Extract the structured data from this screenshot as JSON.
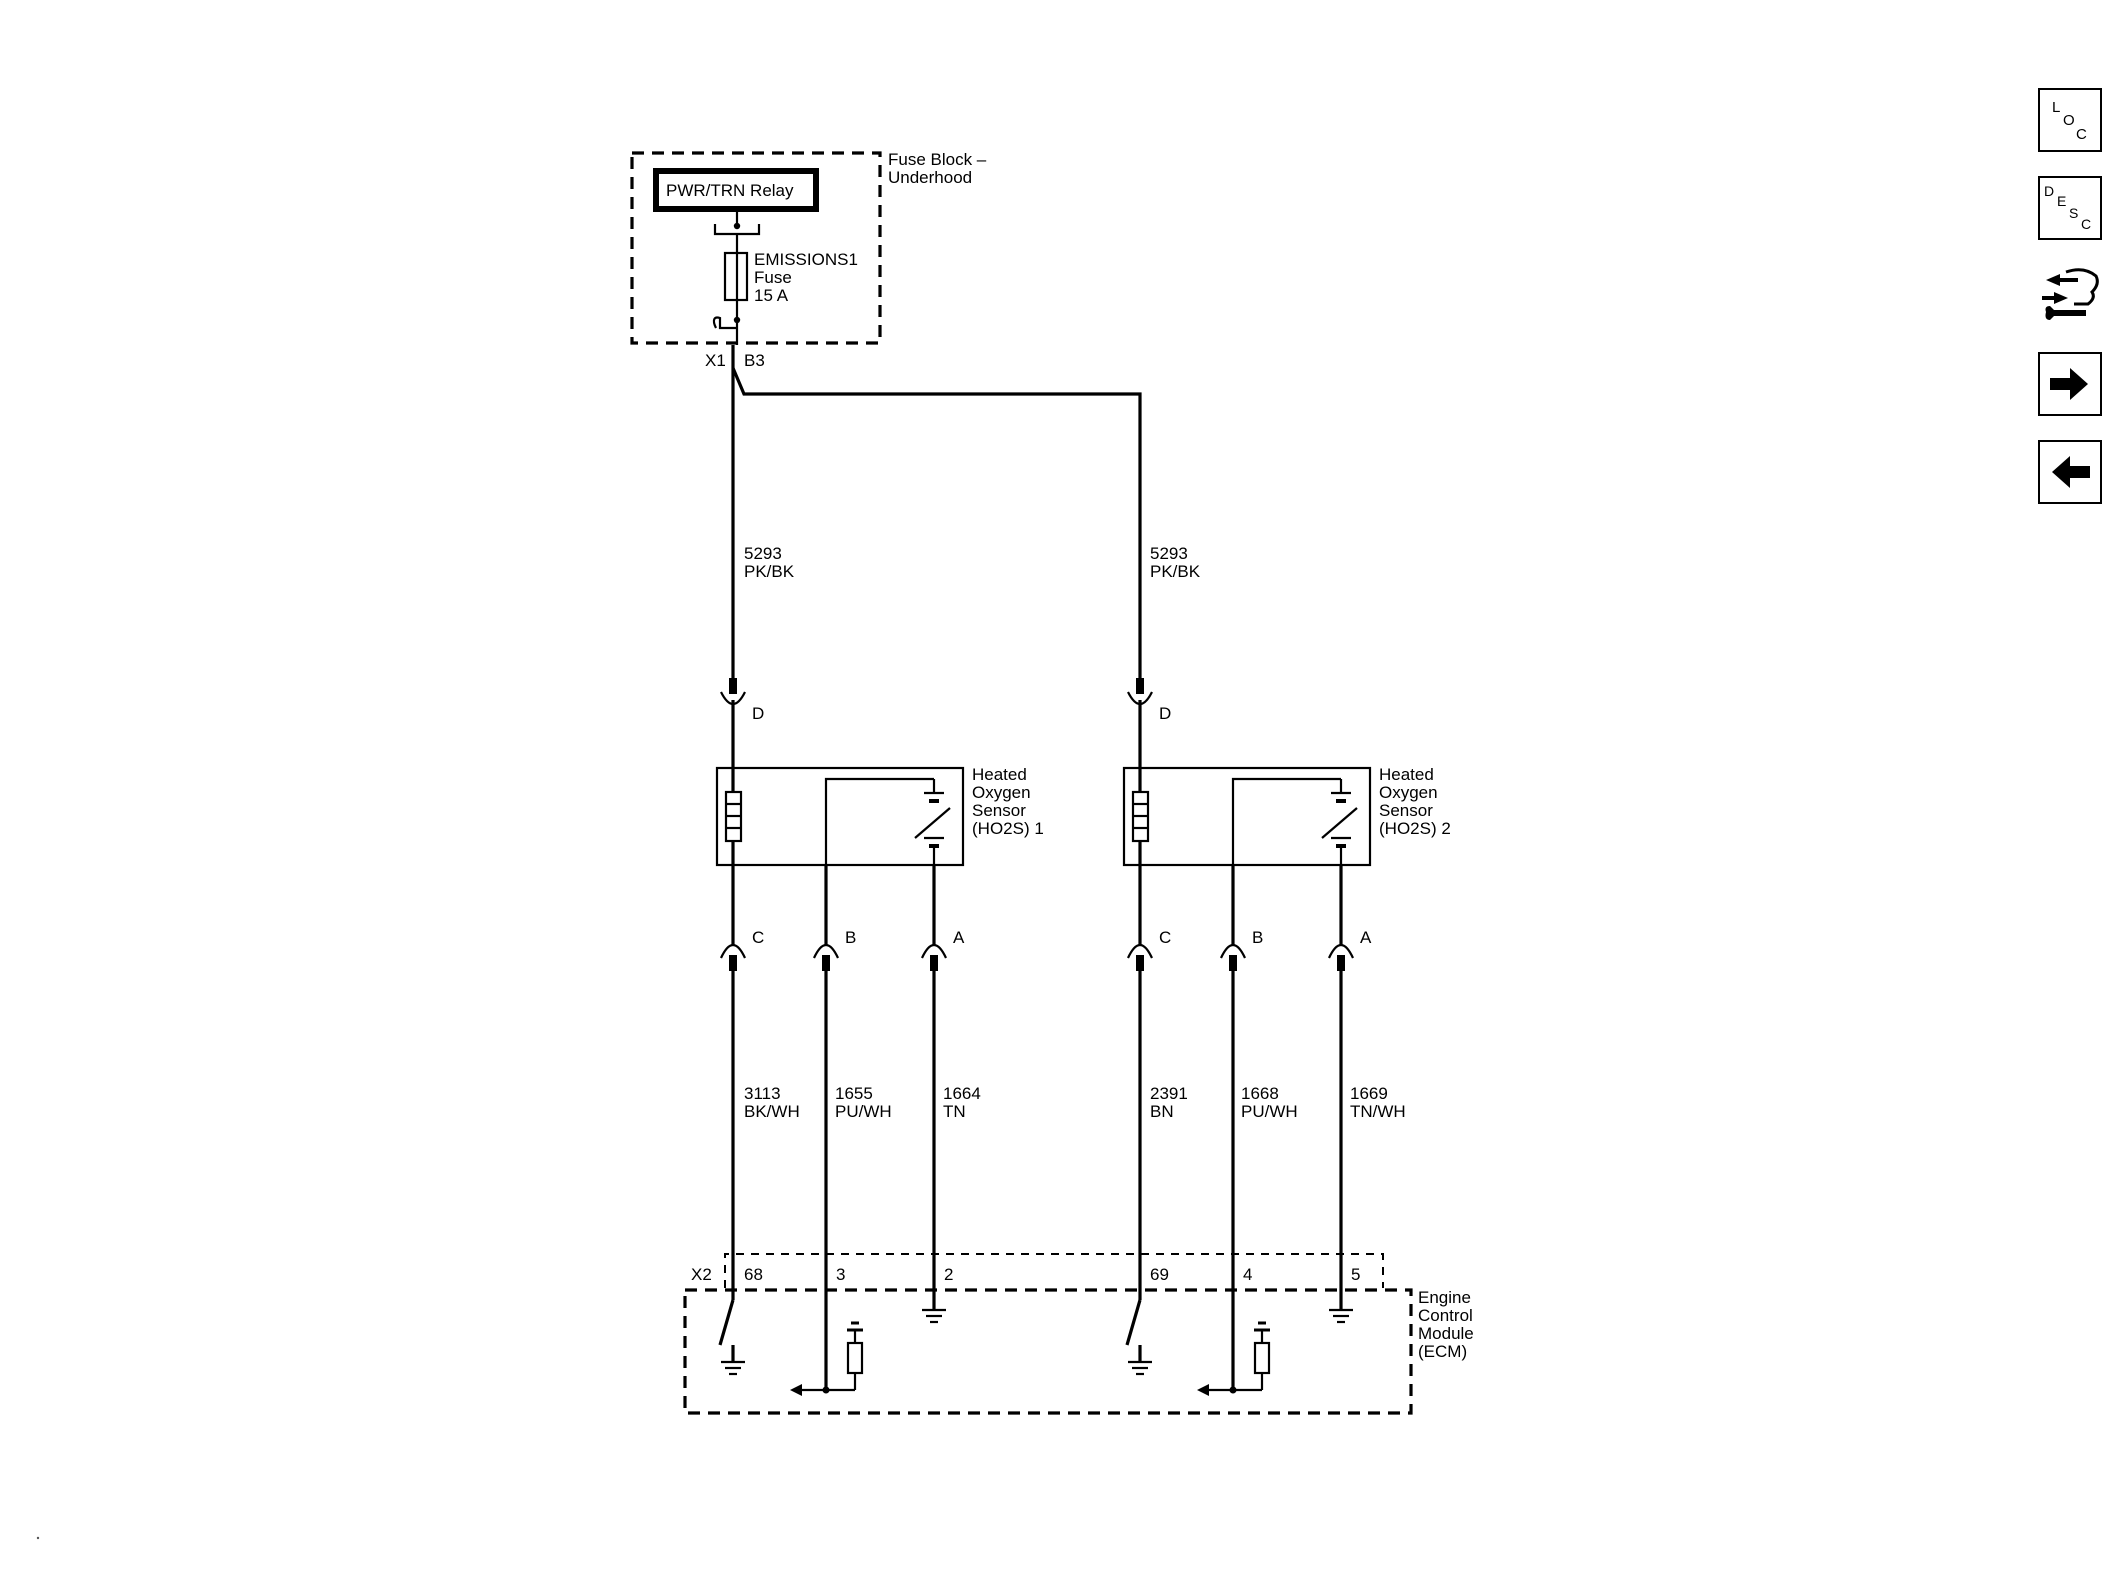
{
  "fuse_block": {
    "label_line1": "Fuse Block –",
    "label_line2": "Underhood",
    "relay": "PWR/TRN Relay",
    "fuse_line1": "EMISSIONS1",
    "fuse_line2": "Fuse",
    "fuse_line3": "15 A",
    "connector": "X1",
    "pin": "B3"
  },
  "feed_wires": [
    {
      "circuit": "5293",
      "color": "PK/BK"
    },
    {
      "circuit": "5293",
      "color": "PK/BK"
    }
  ],
  "sensors": [
    {
      "name_line1": "Heated",
      "name_line2": "Oxygen",
      "name_line3": "Sensor",
      "name_line4": "(HO2S) 1",
      "pin_d": "D",
      "pin_c": "C",
      "pin_b": "B",
      "pin_a": "A",
      "wires": [
        {
          "circuit": "3113",
          "color": "BK/WH",
          "ecm_pin": "68"
        },
        {
          "circuit": "1655",
          "color": "PU/WH",
          "ecm_pin": "3"
        },
        {
          "circuit": "1664",
          "color": "TN",
          "ecm_pin": "2"
        }
      ]
    },
    {
      "name_line1": "Heated",
      "name_line2": "Oxygen",
      "name_line3": "Sensor",
      "name_line4": "(HO2S) 2",
      "pin_d": "D",
      "pin_c": "C",
      "pin_b": "B",
      "pin_a": "A",
      "wires": [
        {
          "circuit": "2391",
          "color": "BN",
          "ecm_pin": "69"
        },
        {
          "circuit": "1668",
          "color": "PU/WH",
          "ecm_pin": "4"
        },
        {
          "circuit": "1669",
          "color": "TN/WH",
          "ecm_pin": "5"
        }
      ]
    }
  ],
  "ecm": {
    "connector": "X2",
    "label_line1": "Engine",
    "label_line2": "Control",
    "label_line3": "Module",
    "label_line4": "(ECM)"
  },
  "toolbar": {
    "loc": {
      "l": "L",
      "o": "O",
      "c": "C",
      "icon": "location-icon"
    },
    "desc": {
      "d": "D",
      "e": "E",
      "s": "S",
      "c": "C",
      "icon": "description-icon"
    },
    "connector_icon": "connector-repair-icon",
    "next_icon": "arrow-right-icon",
    "prev_icon": "arrow-left-icon"
  }
}
